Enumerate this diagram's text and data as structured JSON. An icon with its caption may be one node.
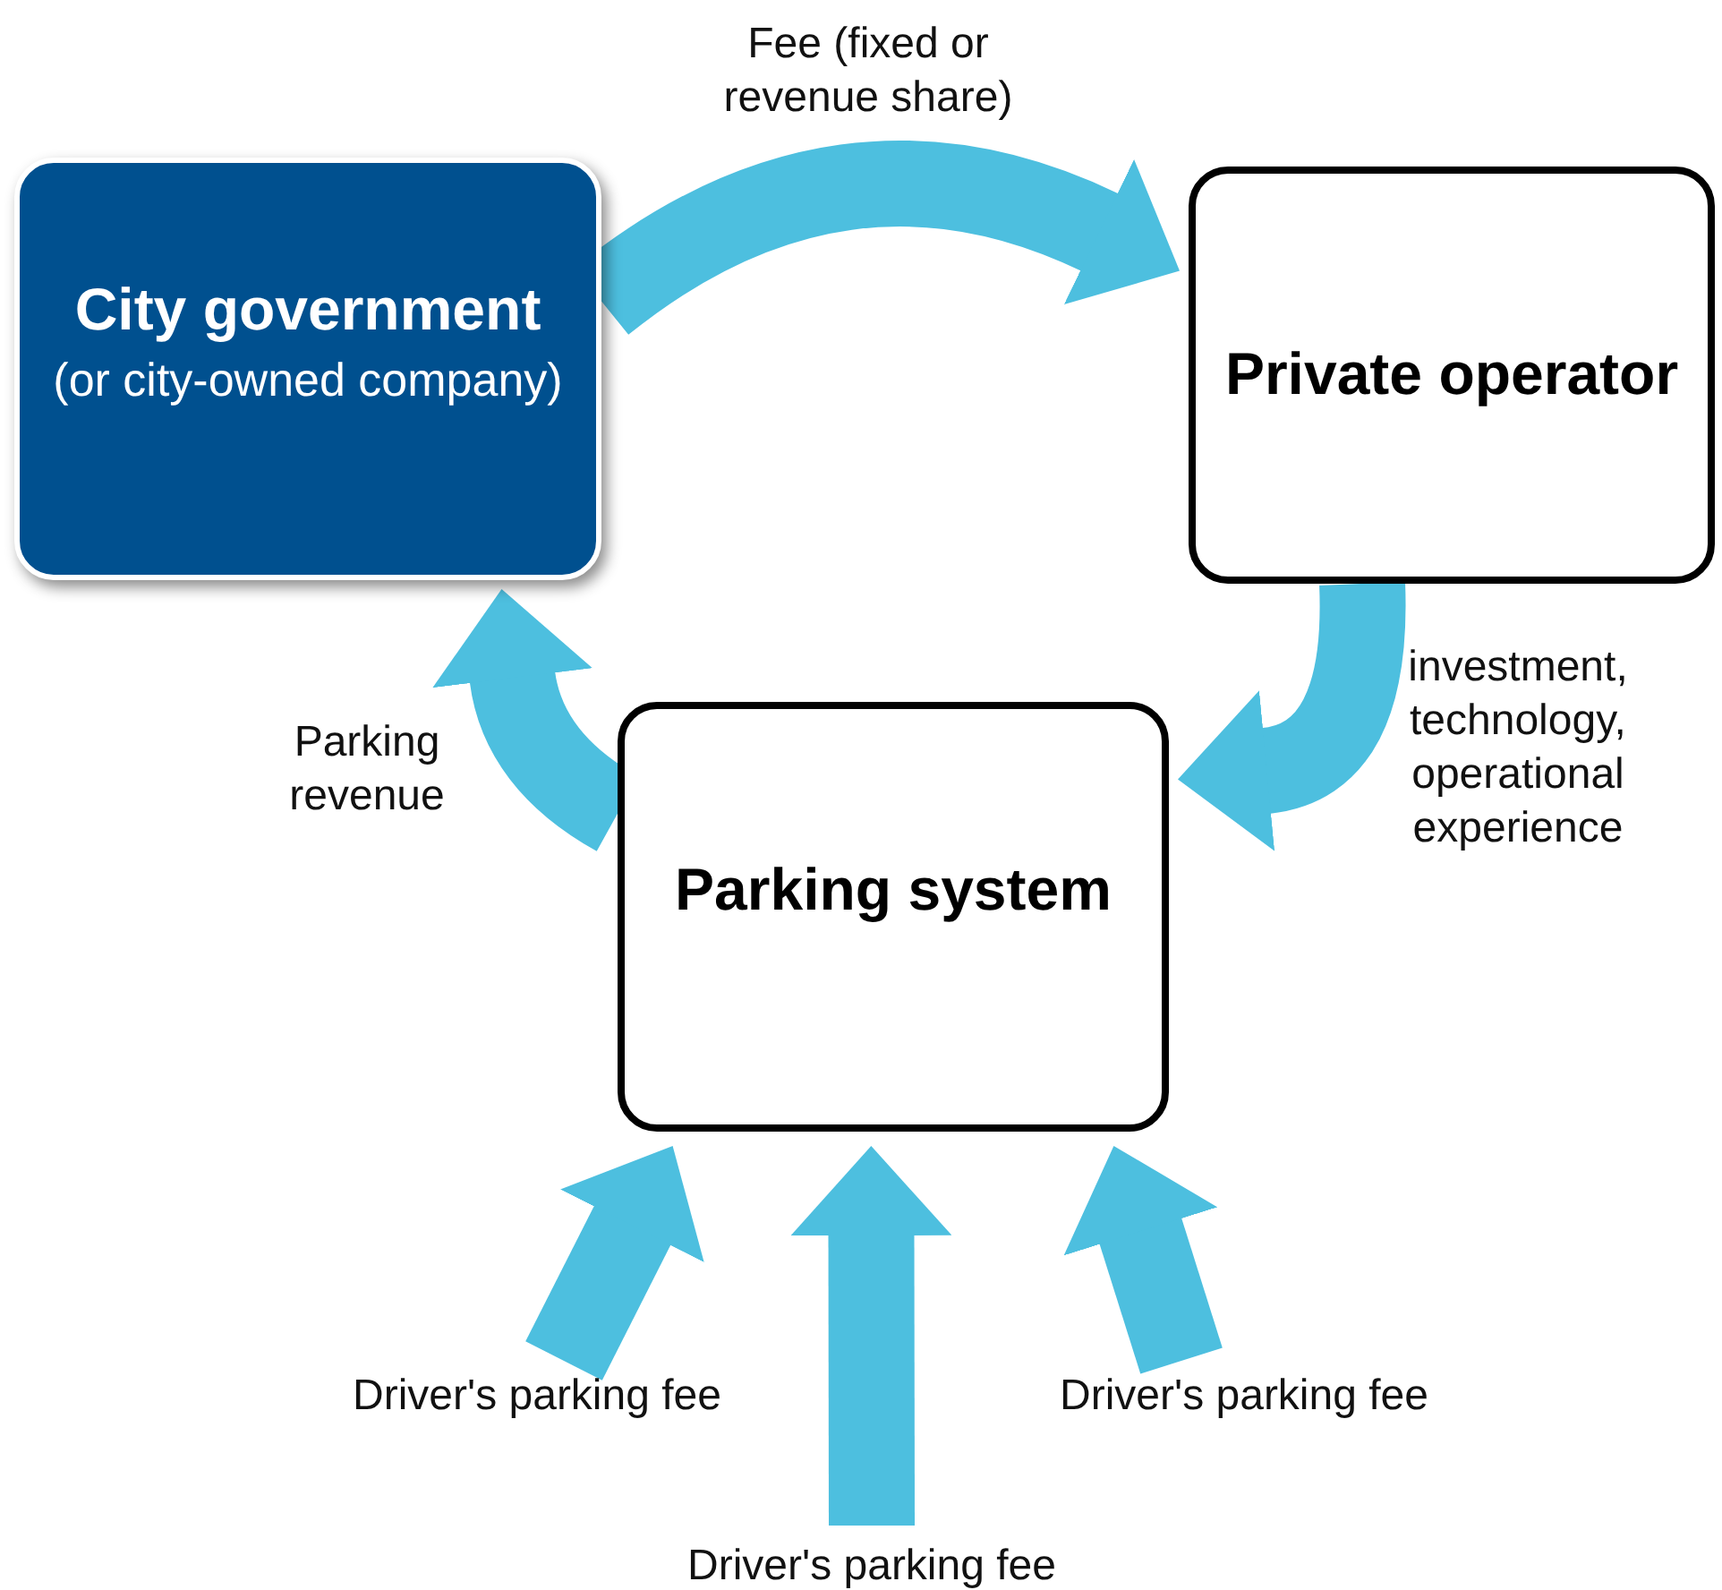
{
  "diagram": {
    "nodes": [
      {
        "text": [
          "City government",
          "(or city-owned company)"
        ]
      },
      {
        "text": [
          "Private operator"
        ]
      },
      {
        "text": [
          "Parking system"
        ]
      }
    ],
    "edges": [
      {
        "from": 0,
        "to": 1,
        "arrow": "to",
        "label": "Fee (fixed or revenue share)"
      },
      {
        "from": 1,
        "to": 2,
        "arrow": "to",
        "label": "investment, technology, operational experience"
      },
      {
        "from": 2,
        "to": 0,
        "arrow": "to",
        "label": "Parking revenue"
      },
      {
        "from": null,
        "to": 2,
        "arrow": "to",
        "label": "Driver's parking fee"
      },
      {
        "from": null,
        "to": 2,
        "arrow": "to",
        "label": "Driver's parking fee"
      },
      {
        "from": null,
        "to": 2,
        "arrow": "to",
        "label": "Driver's parking fee"
      }
    ]
  }
}
